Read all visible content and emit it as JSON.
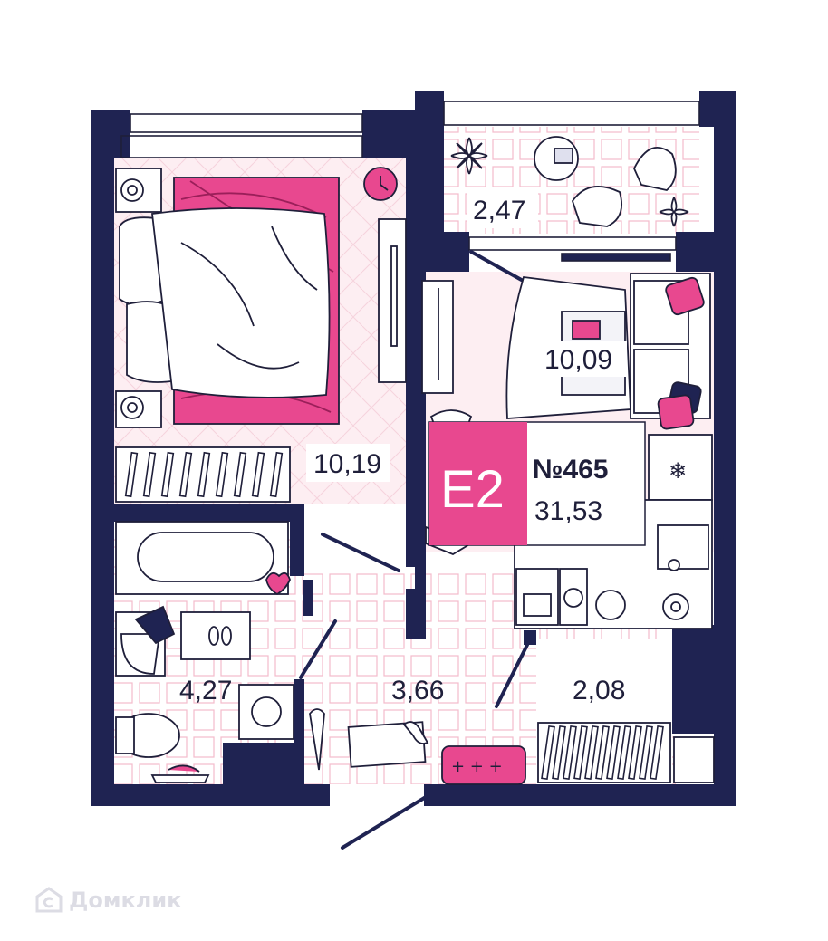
{
  "apartment": {
    "code": "E2",
    "number": "№465",
    "total_area": "31,53"
  },
  "rooms": [
    {
      "id": "bedroom",
      "area": "10,19"
    },
    {
      "id": "balcony",
      "area": "2,47"
    },
    {
      "id": "kitchen-living",
      "area": "10,09"
    },
    {
      "id": "bathroom",
      "area": "4,27"
    },
    {
      "id": "hallway",
      "area": "3,66"
    },
    {
      "id": "storage",
      "area": "2,08"
    }
  ],
  "watermark": {
    "logo": "Домклик"
  },
  "colors": {
    "wall": "#1f2352",
    "accent": "#e8488f",
    "floor_pink": "#fbe6ec",
    "tile_line": "#f2b6c8",
    "furniture_line": "#1f1f3a"
  }
}
